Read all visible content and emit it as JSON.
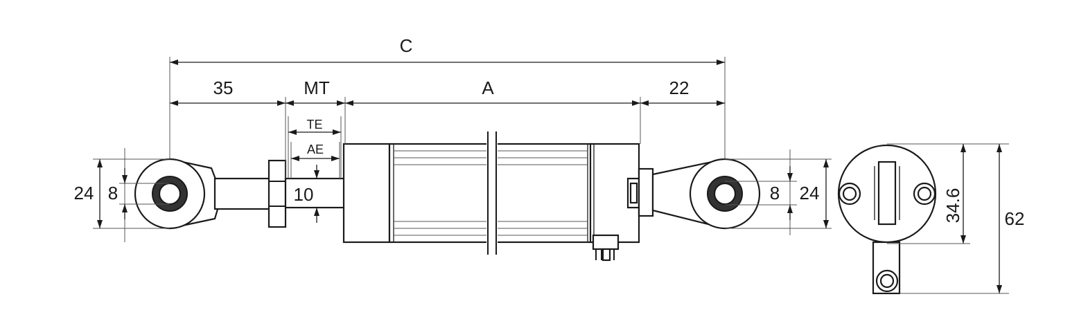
{
  "labels": {
    "C": "C",
    "d35": "35",
    "MT": "MT",
    "A": "A",
    "d22": "22",
    "TE": "TE",
    "AE": "AE",
    "d10": "10",
    "left_24": "24",
    "left_8": "8",
    "right_8": "8",
    "right_24": "24",
    "d34_6": "34.6",
    "d62": "62"
  },
  "colors": {
    "line": "#1a1a1a",
    "eye_fill": "#333333",
    "background": "#ffffff"
  }
}
